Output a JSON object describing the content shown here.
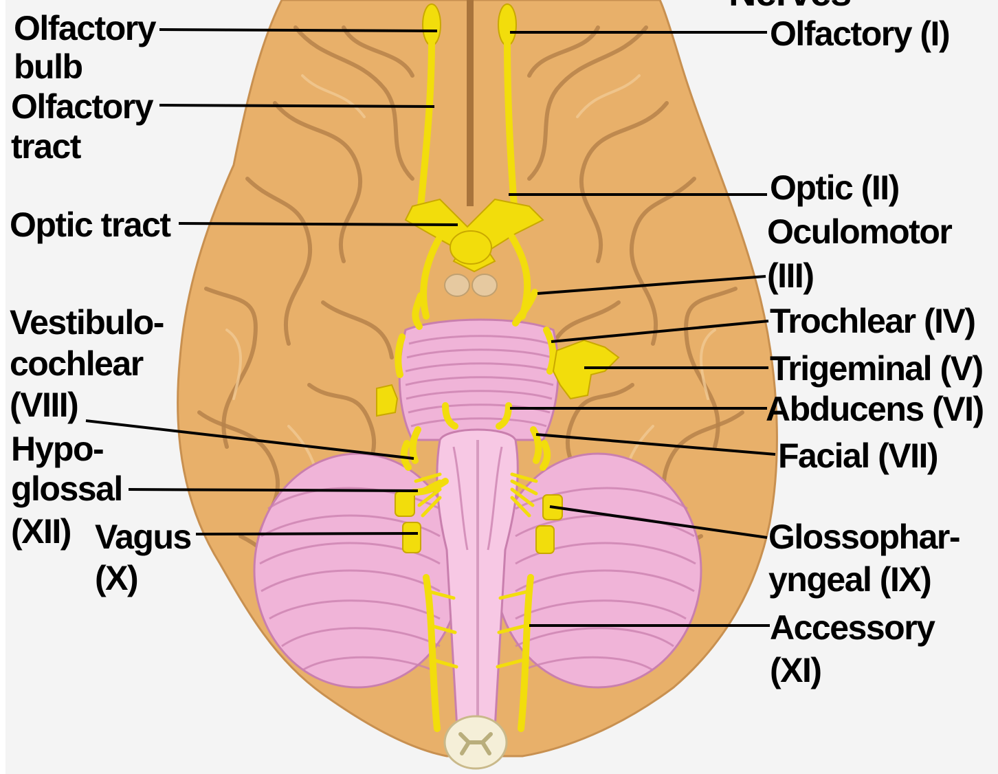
{
  "heading_partial": "Nerves",
  "colors": {
    "background": "#f4f4f4",
    "cerebrum": "#e8b06a",
    "cerebrum_sulci": "#b6834a",
    "brainstem_cerebellum": "#f0b4d8",
    "nerves": "#f2dd0c",
    "label_text": "#000000"
  },
  "labels_left": [
    {
      "id": "olfactory-bulb",
      "lines": [
        "Olfactory",
        "bulb"
      ]
    },
    {
      "id": "olfactory-tract",
      "lines": [
        "Olfactory",
        "tract"
      ]
    },
    {
      "id": "optic-tract",
      "lines": [
        "Optic tract"
      ]
    },
    {
      "id": "vestibulocochlear",
      "lines": [
        "Vestibulo-",
        "cochlear",
        "(VIII)"
      ]
    },
    {
      "id": "hypoglossal",
      "lines": [
        "Hypo-",
        "glossal",
        "(XII)"
      ]
    },
    {
      "id": "vagus",
      "lines": [
        "Vagus",
        "(X)"
      ]
    }
  ],
  "labels_right": [
    {
      "id": "olfactory",
      "lines": [
        "Olfactory (I)"
      ]
    },
    {
      "id": "optic",
      "lines": [
        "Optic (II)"
      ]
    },
    {
      "id": "oculomotor",
      "lines": [
        "Oculomotor",
        "(III)"
      ]
    },
    {
      "id": "trochlear",
      "lines": [
        "Trochlear (IV)"
      ]
    },
    {
      "id": "trigeminal",
      "lines": [
        "Trigeminal (V)"
      ]
    },
    {
      "id": "abducens",
      "lines": [
        "Abducens (VI)"
      ]
    },
    {
      "id": "facial",
      "lines": [
        "Facial (VII)"
      ]
    },
    {
      "id": "glossopharyngeal",
      "lines": [
        "Glossophar-",
        "yngeal (IX)"
      ]
    },
    {
      "id": "accessory",
      "lines": [
        "Accessory",
        "(XI)"
      ]
    }
  ]
}
